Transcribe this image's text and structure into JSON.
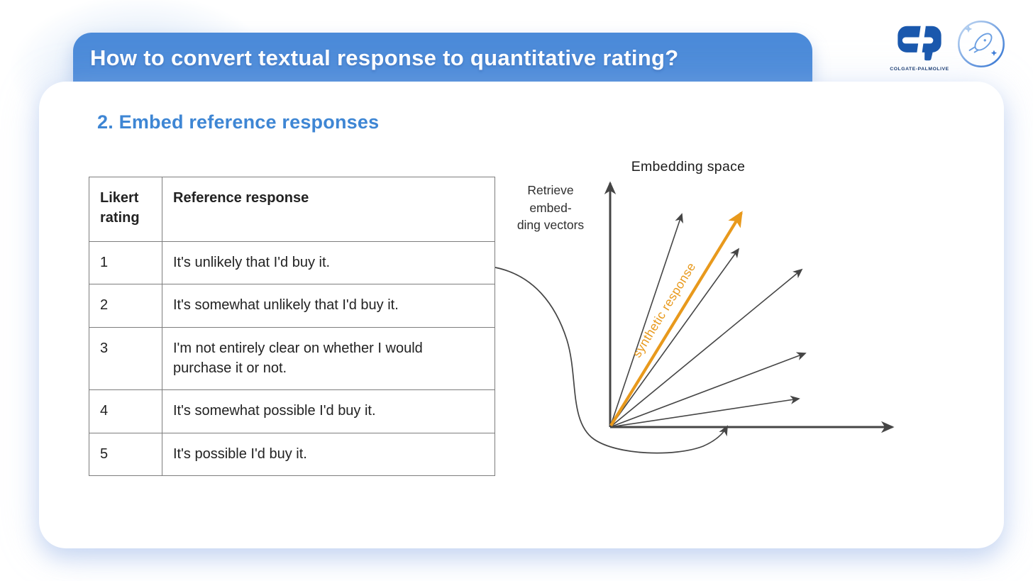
{
  "header": {
    "title": "How to convert textual response to quantitative rating?"
  },
  "branding": {
    "company_name": "COLGATE-PALMOLIVE",
    "icons": {
      "cp_logo": "colgate-palmolive-monogram-icon",
      "rocket_logo": "rocket-in-circle-badge-icon",
      "sparkle": "four-point-sparkle-icon"
    }
  },
  "section": {
    "heading": "2. Embed reference responses"
  },
  "table": {
    "columns": [
      "Likert rating",
      "Reference response"
    ],
    "rows": [
      {
        "rating": "1",
        "response": "It's unlikely that I'd buy it."
      },
      {
        "rating": "2",
        "response": "It's somewhat unlikely that I'd buy it."
      },
      {
        "rating": "3",
        "response": "I'm not entirely clear on whether I would purchase it or not."
      },
      {
        "rating": "4",
        "response": "It's somewhat possible I'd buy it."
      },
      {
        "rating": "5",
        "response": "It's possible I'd buy it."
      }
    ]
  },
  "diagram": {
    "title": "Embedding space",
    "connector_label_lines": [
      "Retrieve",
      "embed-",
      "ding vectors"
    ],
    "synthetic_label": "synthetic response",
    "reference_vector_count": 5
  },
  "theme": {
    "ribbon_blue": "#4c8bd9",
    "heading_blue": "#3e86d4",
    "accent_orange": "#e8991c",
    "arrow_gray": "#454545",
    "cp_blue": "#1a58ad",
    "cp_navy": "#14366b",
    "border_gray": "#7d7d7d",
    "ink": "#242424"
  }
}
